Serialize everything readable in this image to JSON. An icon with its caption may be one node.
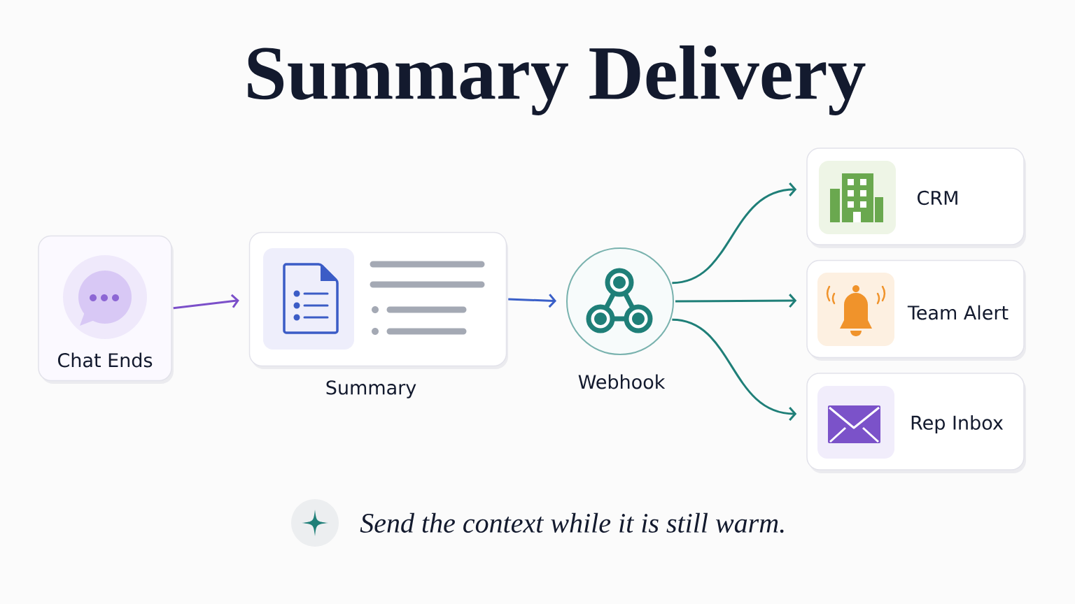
{
  "diagram": {
    "title": "Summary Delivery",
    "nodes": [
      {
        "text": [
          "Chat Ends"
        ]
      },
      {
        "text": [
          "Summary"
        ]
      },
      {
        "text": [
          "Webhook"
        ]
      },
      {
        "text": [
          "CRM"
        ]
      },
      {
        "text": [
          "Team Alert"
        ]
      },
      {
        "text": [
          "Rep Inbox"
        ]
      }
    ],
    "edges": [
      {
        "from": 0,
        "to": 1,
        "arrow": "to",
        "color": "#7b4fc9"
      },
      {
        "from": 1,
        "to": 2,
        "arrow": "to",
        "color": "#3a5fc8"
      },
      {
        "from": 2,
        "to": 3,
        "arrow": "to"
      },
      {
        "from": 2,
        "to": 4,
        "arrow": "to"
      },
      {
        "from": 2,
        "to": 5,
        "arrow": "to"
      }
    ],
    "caption": "Send the context while it is still warm."
  }
}
